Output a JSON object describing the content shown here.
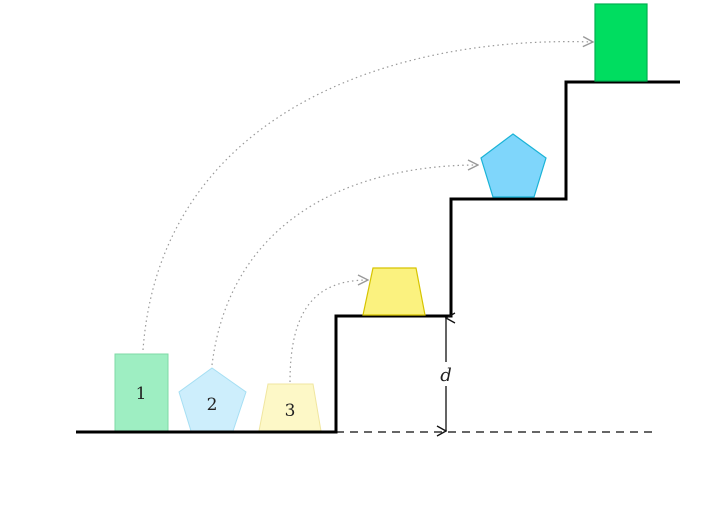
{
  "blocks": [
    {
      "label": "1",
      "shape": "rectangle",
      "faded_color": "#9eeec2",
      "faded_stroke": "#7fd9a6",
      "color": "#00dd60",
      "stroke": "#00b050"
    },
    {
      "label": "2",
      "shape": "pentagon",
      "faded_color": "#cdeefc",
      "faded_stroke": "#a6dff3",
      "color": "#7fd6fb",
      "stroke": "#1ab3d6"
    },
    {
      "label": "3",
      "shape": "trapezoid",
      "faded_color": "#fdf8c7",
      "faded_stroke": "#f0e6a0",
      "color": "#fbf27f",
      "stroke": "#d6c400"
    }
  ],
  "step_height_label": "d",
  "colors": {
    "ground": "#000000",
    "arrow": "#999999",
    "dashed": "#333333"
  }
}
